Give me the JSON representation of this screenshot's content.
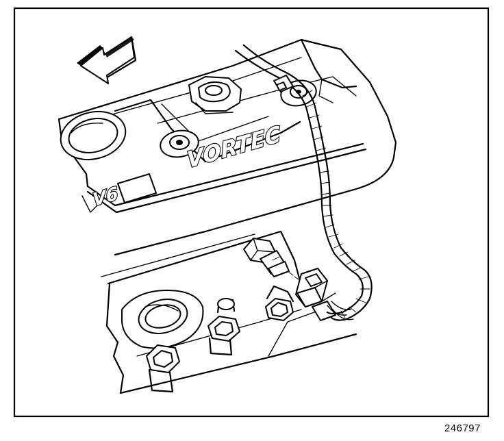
{
  "figure": {
    "number": "246797",
    "description_visible_labels": {
      "engine_badge": "V6",
      "cover_casting": "VORTEC"
    }
  }
}
